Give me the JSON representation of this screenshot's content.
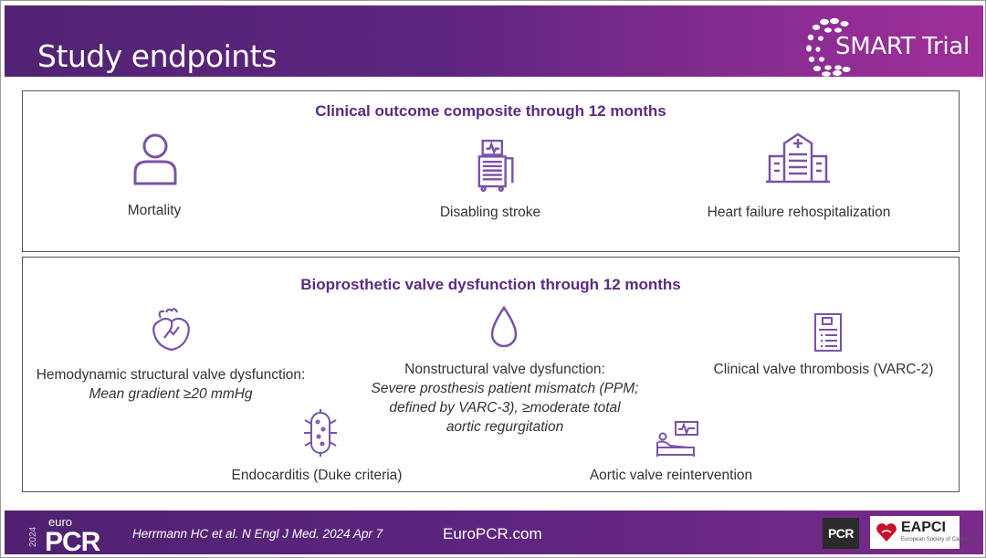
{
  "header": {
    "title": "Study endpoints",
    "trial_name": "SMART Trial"
  },
  "panel_clinical": {
    "title": "Clinical outcome composite through 12 months",
    "items": [
      {
        "label": "Mortality",
        "icon": "person-icon"
      },
      {
        "label": "Disabling stroke",
        "icon": "monitor-cart-icon"
      },
      {
        "label": "Heart failure rehospitalization",
        "icon": "hospital-icon"
      }
    ]
  },
  "panel_valve": {
    "title": "Bioprosthetic valve dysfunction through 12 months",
    "hemodynamic": {
      "label": "Hemodynamic structural valve dysfunction:",
      "detail": "Mean gradient ≥20 mmHg",
      "icon": "heart-icon"
    },
    "nonstructural": {
      "label": "Nonstructural valve dysfunction:",
      "detail_lines": [
        "Severe prosthesis patient mismatch (PPM;",
        "defined by VARC-3), ≥moderate total",
        "aortic regurgitation"
      ],
      "icon": "droplet-icon"
    },
    "thrombosis": {
      "label": "Clinical valve thrombosis (VARC-2)",
      "icon": "clipboard-icon"
    },
    "endocarditis": {
      "label": "Endocarditis (Duke criteria)",
      "icon": "bacteria-icon"
    },
    "reintervention": {
      "label": "Aortic valve reintervention",
      "icon": "patient-bed-monitor-icon"
    }
  },
  "footer": {
    "logo_year": "2024",
    "logo_top": "euro",
    "logo_main": "PCR",
    "citation": "Herrmann HC et al. N Engl J Med. 2024 Apr 7",
    "site": "EuroPCR.com",
    "badge_pcr": "PCR",
    "eapci": "EAPCI",
    "eapci_sub": "European Society of Cardiology"
  },
  "colors": {
    "brand_purple": "#5b2a86",
    "icon_purple": "#7a52a8"
  }
}
